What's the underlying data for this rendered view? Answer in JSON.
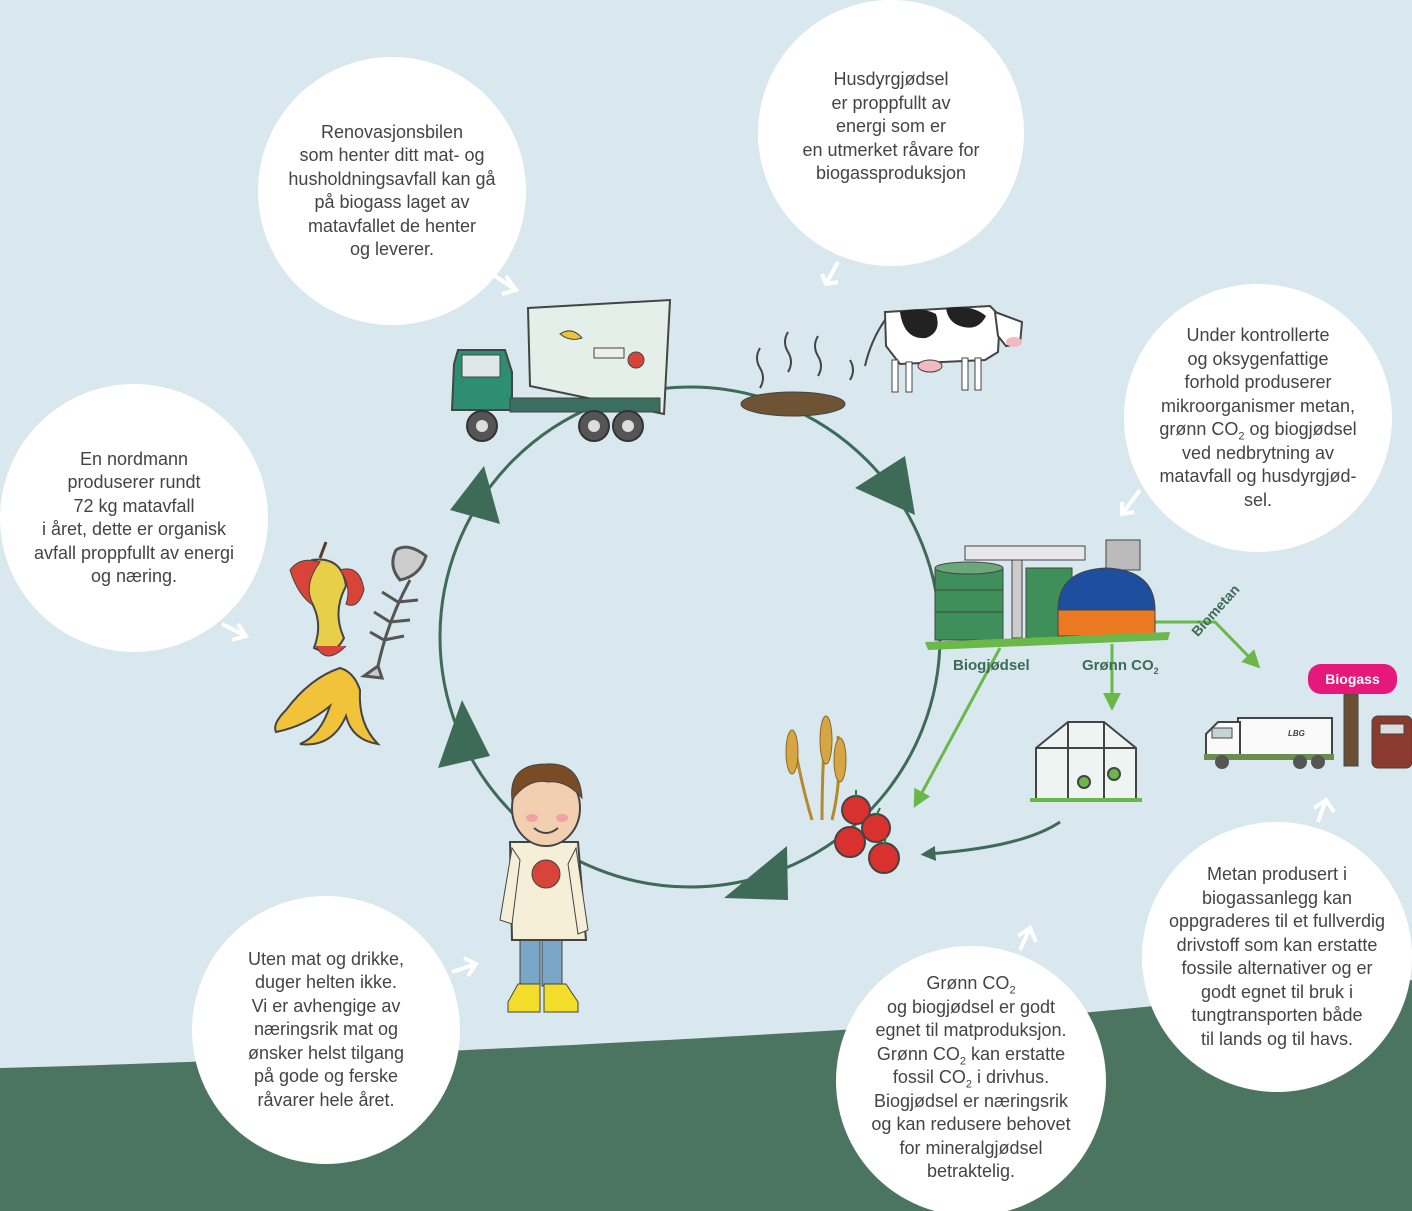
{
  "colors": {
    "background": "#d9e8ee",
    "ground": "#4b7560",
    "cycle": "#3d6b57",
    "flow_arrow": "#6ab84a",
    "pill": "#e6197a"
  },
  "bubbles": {
    "renovasjon": [
      "Renovasjonsbilen",
      "som henter ditt mat- og",
      "husholdningsavfall kan gå",
      "på biogass laget av",
      "matavfallet de henter",
      "og leverer."
    ],
    "husdyr": [
      "Husdyrgjødsel",
      "er proppfullt av",
      "energi som er",
      "en utmerket råvare for",
      "biogassproduksjon"
    ],
    "kontrollerte": {
      "l1": "Under kontrollerte",
      "l2": "og oksygenfattige",
      "l3": "forhold produserer",
      "l4": "mikroorganismer metan,",
      "l5_a": "grønn CO",
      "l5_sub": "2",
      "l5_b": " og biogjødsel",
      "l6": "ved nedbrytning av",
      "l7": "matavfall og husdyrgjød-",
      "l8": "sel."
    },
    "nordmann": [
      "En nordmann",
      "produserer rundt",
      "72 kg matavfall",
      "i året, dette er organisk",
      "avfall proppfullt av energi",
      "og næring."
    ],
    "mat": [
      "Uten mat og drikke,",
      "duger helten ikke.",
      "Vi er avhengige av",
      "næringsrik mat og",
      "ønsker helst tilgang",
      "på gode og ferske",
      "råvarer hele året."
    ],
    "gronn": {
      "l1_a": "Grønn CO",
      "l1_sub": "2",
      "l2": "og biogjødsel er godt",
      "l3": "egnet til matproduksjon.",
      "l4_a": "Grønn CO",
      "l4_sub": "2",
      "l4_b": " kan erstatte",
      "l5_a": "fossil CO",
      "l5_sub": "2",
      "l5_b": " i drivhus.",
      "l6": "Biogjødsel er næringsrik",
      "l7": "og kan redusere behovet",
      "l8": "for mineralgjødsel",
      "l9": "betraktelig."
    },
    "metan": [
      "Metan produsert i",
      "biogassanlegg kan",
      "oppgraderes til et fullverdig",
      "drivstoff som kan erstatte",
      "fossile alternativer og er",
      "godt egnet til bruk i",
      "tungtransporten både",
      "til lands og til havs."
    ]
  },
  "labels": {
    "biogjodsel": "Biogjødsel",
    "gronn_co2": "Grønn CO",
    "gronn_co2_sub": "2",
    "biometan": "Biometan",
    "biogass": "Biogass",
    "lbg": "LBG"
  },
  "icons": [
    "truck-icon",
    "manure-icon",
    "cow-icon",
    "biogas-plant-icon",
    "greenhouse-icon",
    "gas-truck-icon",
    "fuel-pump-icon",
    "apple-core-icon",
    "fish-bone-icon",
    "banana-peel-icon",
    "boy-icon",
    "wheat-icon",
    "tomato-icon"
  ]
}
